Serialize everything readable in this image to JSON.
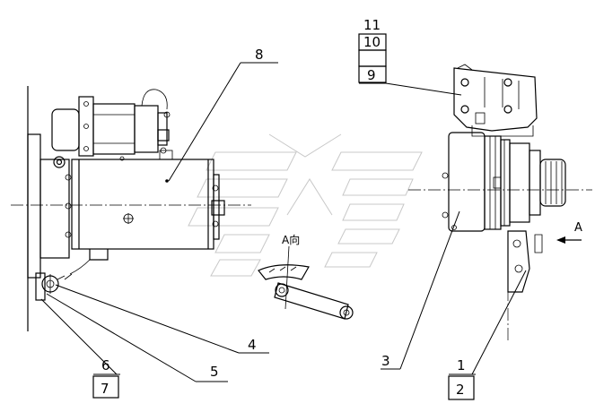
{
  "callouts": {
    "c1": "1",
    "c2": "2",
    "c3": "3",
    "c4": "4",
    "c5": "5",
    "c6": "6",
    "c7": "7",
    "c8": "8",
    "c9": "9",
    "c10": "10",
    "c11": "11"
  },
  "view_labels": {
    "view_a_direction": "A",
    "view_a_section": "A向"
  }
}
